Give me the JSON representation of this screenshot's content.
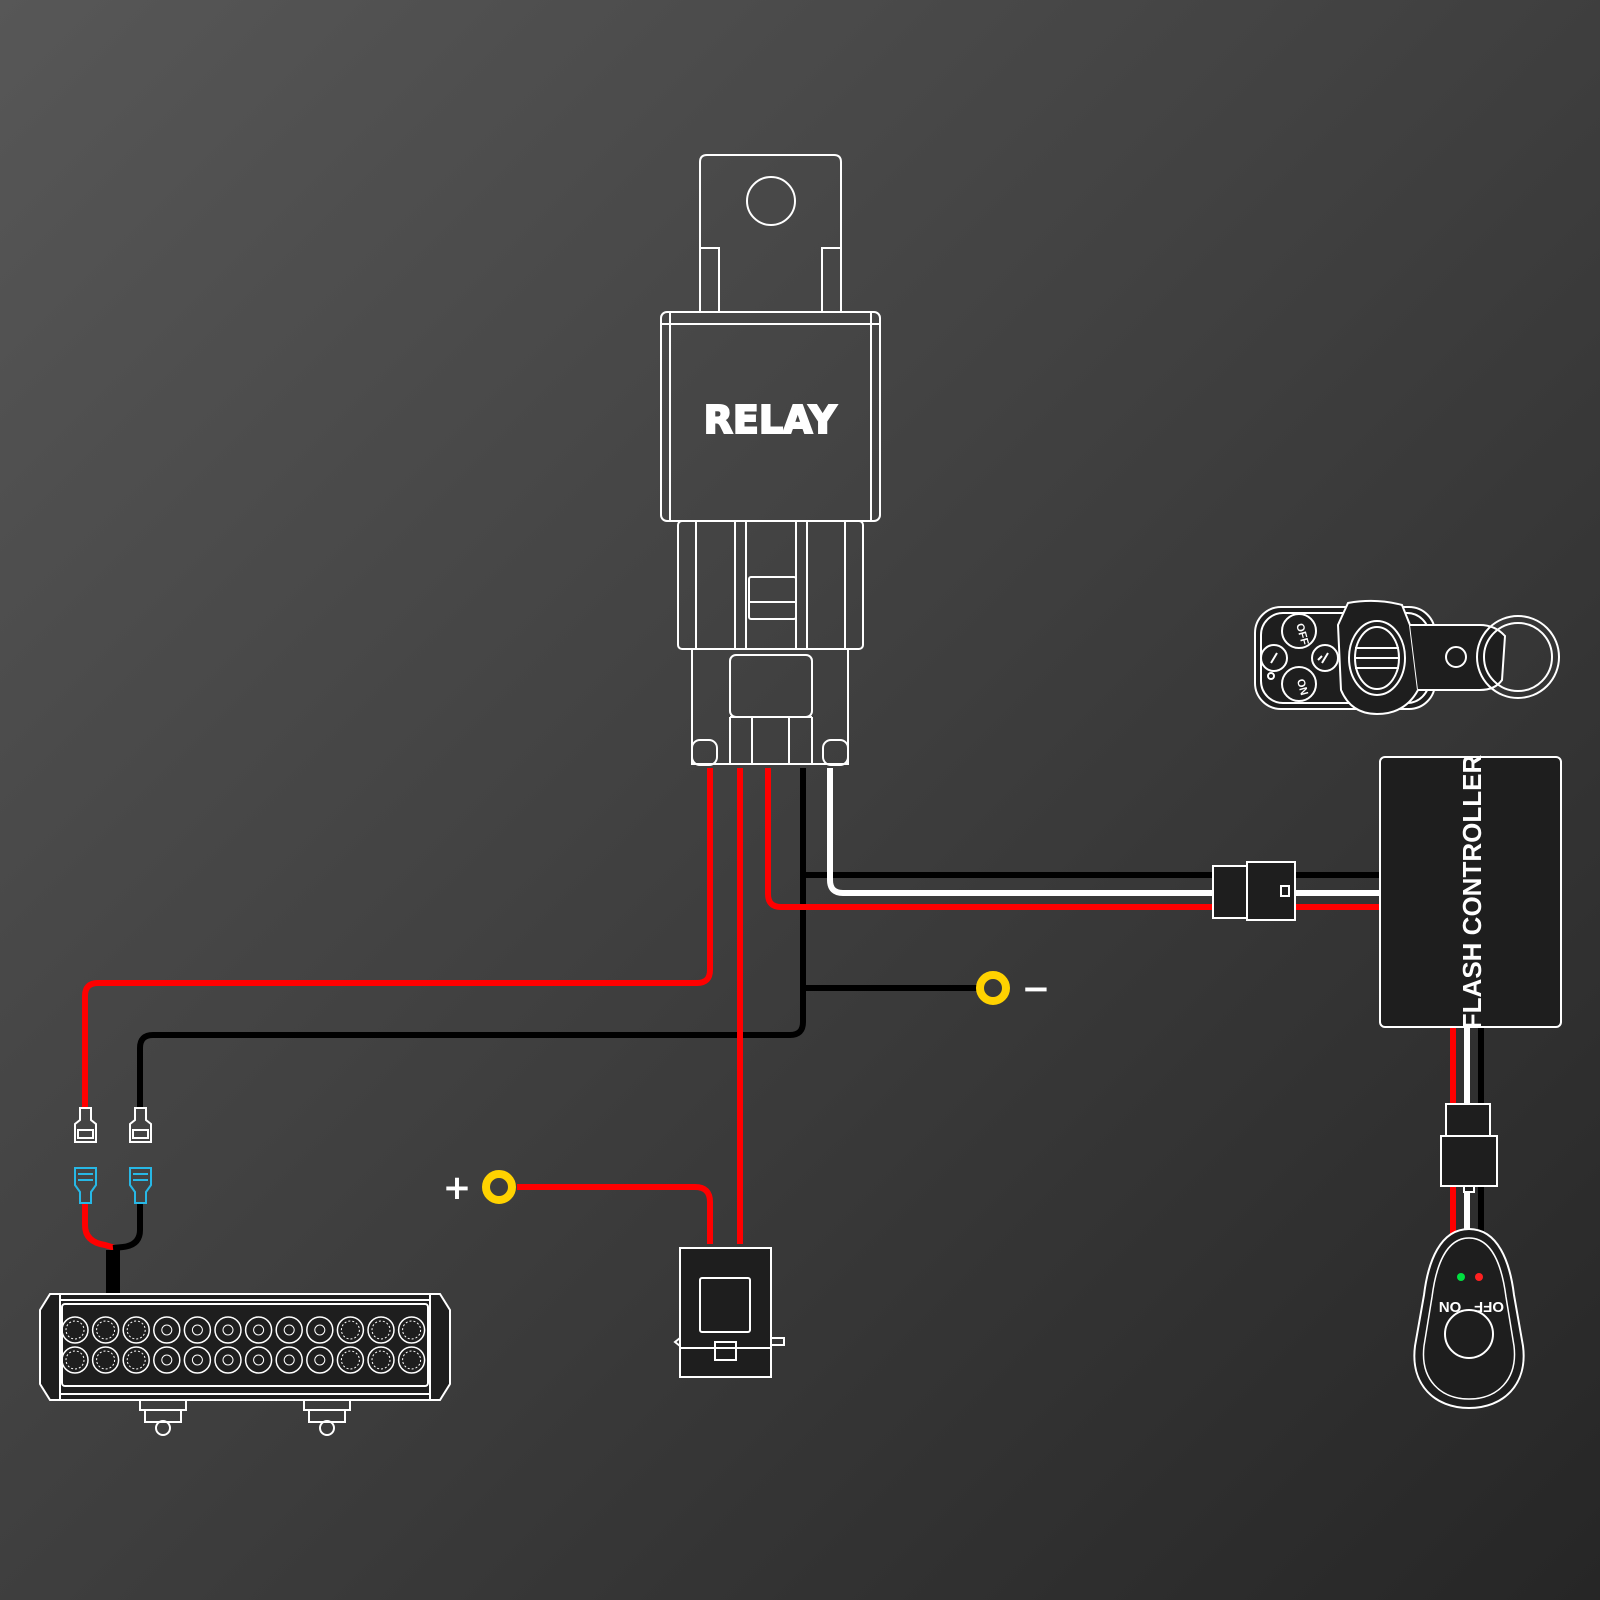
{
  "diagram": {
    "relay_label": "RELAY",
    "flash_controller_label": "FLASH CONTROLLER",
    "positive_terminal_label": "+",
    "negative_terminal_label": "−",
    "switch_on_label": "ON",
    "switch_off_label": "OFF",
    "remote_on_label": "ON",
    "remote_off_label": "OFF"
  },
  "colors": {
    "background_light": "#575757",
    "background_dark": "#262626",
    "outline": "#ffffff",
    "wire_red": "#ff0000",
    "wire_black": "#000000",
    "wire_white": "#ffffff",
    "ring_terminal": "#ffd200",
    "spade_connector": "#27b8e6",
    "led_green": "#00e040",
    "led_red": "#ff2020"
  }
}
